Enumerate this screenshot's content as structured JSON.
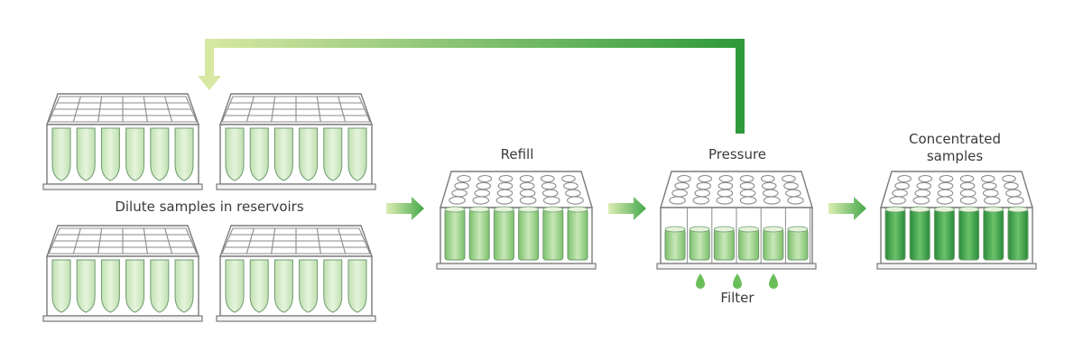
{
  "labels": {
    "dilute": "Dilute samples in reservoirs",
    "refill": "Refill",
    "pressure": "Pressure",
    "concentrated_line1": "Concentrated",
    "concentrated_line2": "samples",
    "filter": "Filter"
  },
  "colors": {
    "loop_start": "#d7e8a3",
    "loop_end": "#2f9a3a",
    "arrow_start": "#d4e9a8",
    "arrow_end": "#43a047",
    "liquid_light": "#cfe8c2",
    "liquid_mid": "#9fd28e",
    "liquid_dark": "#3a9a48",
    "drop": "#6abf5a"
  },
  "icons": {
    "return_arrow": "loop-arrow-icon",
    "step_arrow": "chevron-arrow-icon",
    "drop": "droplet-icon"
  }
}
